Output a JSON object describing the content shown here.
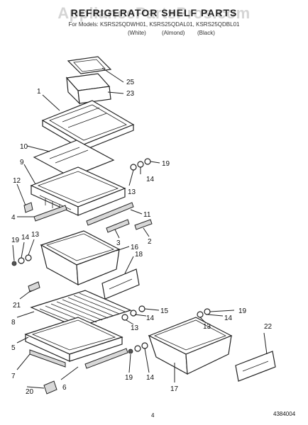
{
  "header": {
    "title": "REFRIGERATOR SHELF PARTS",
    "watermark": "AppliancePartsPros.com",
    "models": "For Models: KSRS25QDWH01, KSRS25QDAL01, KSRS25QDBL01",
    "variants": [
      "(White)",
      "(Almond)",
      "(Black)"
    ]
  },
  "callouts": [
    "1",
    "25",
    "23",
    "10",
    "19",
    "14",
    "13",
    "9",
    "12",
    "4",
    "11",
    "3",
    "2",
    "19",
    "14",
    "13",
    "16",
    "18",
    "21",
    "8",
    "15",
    "14",
    "13",
    "5",
    "19",
    "13",
    "14",
    "22",
    "7",
    "20",
    "6",
    "19",
    "14",
    "17"
  ],
  "footer": {
    "page": "4",
    "doc_number": "4384004"
  }
}
